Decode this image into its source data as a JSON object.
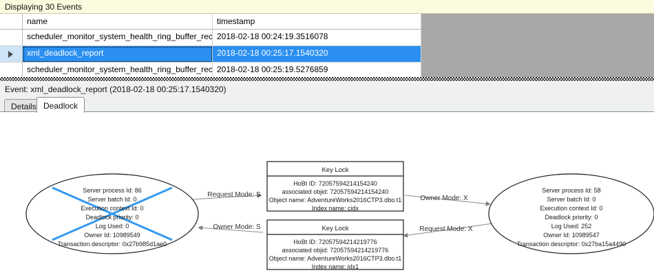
{
  "banner": {
    "text": "Displaying 30 Events"
  },
  "grid": {
    "columns": [
      "name",
      "timestamp"
    ],
    "rows": [
      {
        "selected": false,
        "name": "scheduler_monitor_system_health_ring_buffer_recorded",
        "timestamp": "2018-02-18 00:24:19.3516078"
      },
      {
        "selected": true,
        "name": "xml_deadlock_report",
        "timestamp": "2018-02-18 00:25:17.1540320"
      },
      {
        "selected": false,
        "name": "scheduler_monitor_system_health_ring_buffer_recorded",
        "timestamp": "2018-02-18 00:25:19.5276859"
      }
    ]
  },
  "event_header": {
    "text": "Event: xml_deadlock_report (2018-02-18 00:25:17.1540320)"
  },
  "tabs": [
    {
      "label": "Details",
      "active": false
    },
    {
      "label": "Deadlock",
      "active": true
    }
  ],
  "deadlock": {
    "victim_marker_color": "#3399ee",
    "process_left": {
      "is_victim": true,
      "lines": [
        "Server process Id: 86",
        "Server batch Id: 0",
        "Execution context Id: 0",
        "Deadlock priority: 0",
        "Log Used: 0",
        "Owner Id: 10989549",
        "Transaction descriptor: 0x27b985d1ae0"
      ]
    },
    "process_right": {
      "is_victim": false,
      "lines": [
        "Server process Id: 58",
        "Server batch Id: 0",
        "Execution context Id: 0",
        "Deadlock priority: 0",
        "Log Used: 252",
        "Owner Id: 10989547",
        "Transaction descriptor: 0x27ba15a4490"
      ]
    },
    "resource_top": {
      "title": "Key Lock",
      "lines": [
        "HoBt ID: 72057594214154240",
        "associated objid: 72057594214154240",
        "Object name: AdventureWorks2016CTP3.dbo.t1",
        "Index name: cidx"
      ]
    },
    "resource_bottom": {
      "title": "Key Lock",
      "lines": [
        "HoBt ID: 72057594214219776",
        "associated objid: 72057594214219776",
        "Object name: AdventureWorks2016CTP3.dbo.t1",
        "Index name: idx1"
      ]
    },
    "edges": [
      {
        "id": "left-request-top",
        "label": "Request Mode: S"
      },
      {
        "id": "bottom-owner-left",
        "label": "Owner Mode: S"
      },
      {
        "id": "top-owner-right",
        "label": "Owner Mode: X"
      },
      {
        "id": "right-request-bottom",
        "label": "Request Mode: X"
      }
    ]
  }
}
